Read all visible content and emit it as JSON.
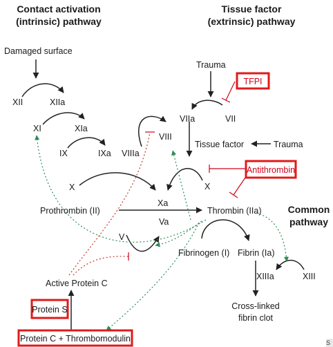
{
  "headers": {
    "intrinsic": [
      "Contact activation",
      "(intrinsic) pathway"
    ],
    "extrinsic": [
      "Tissue factor",
      "(extrinsic) pathway"
    ],
    "common": [
      "Common",
      "pathway"
    ]
  },
  "labels": {
    "damaged_surface": "Damaged surface",
    "xii": "XII",
    "xiia": "XIIa",
    "xi": "XI",
    "xia": "XIa",
    "ix": "IX",
    "ixa": "IXa",
    "viiia": "VIIIa",
    "viii": "VIII",
    "trauma_top": "Trauma",
    "viia": "VIIa",
    "vii": "VII",
    "tissue_factor": "Tissue factor",
    "trauma_mid": "Trauma",
    "x_left": "X",
    "x_right": "X",
    "xa": "Xa",
    "prothrombin": "Prothrombin (II)",
    "thrombin": "Thrombin (IIa)",
    "va": "Va",
    "v": "V",
    "fibrinogen": "Fibrinogen (I)",
    "fibrin": "Fibrin (Ia)",
    "xiiia": "XIIIa",
    "xiii": "XIII",
    "crosslinked": [
      "Cross-linked",
      "fibrin clot"
    ],
    "active_protein_c": "Active Protein C"
  },
  "inhibitors": {
    "tfpi": "TFPI",
    "antithrombin": "Antithrombin",
    "protein_s": "Protein S",
    "protein_c_thrombomodulin": "Protein C + Thrombomodulin"
  },
  "corner_tag": "S",
  "colors": {
    "inhibitor_box": "#e01a1a",
    "inhibition_line": "#d0021b",
    "activation_dotted": "#2e8b57",
    "arrow": "#222222"
  }
}
